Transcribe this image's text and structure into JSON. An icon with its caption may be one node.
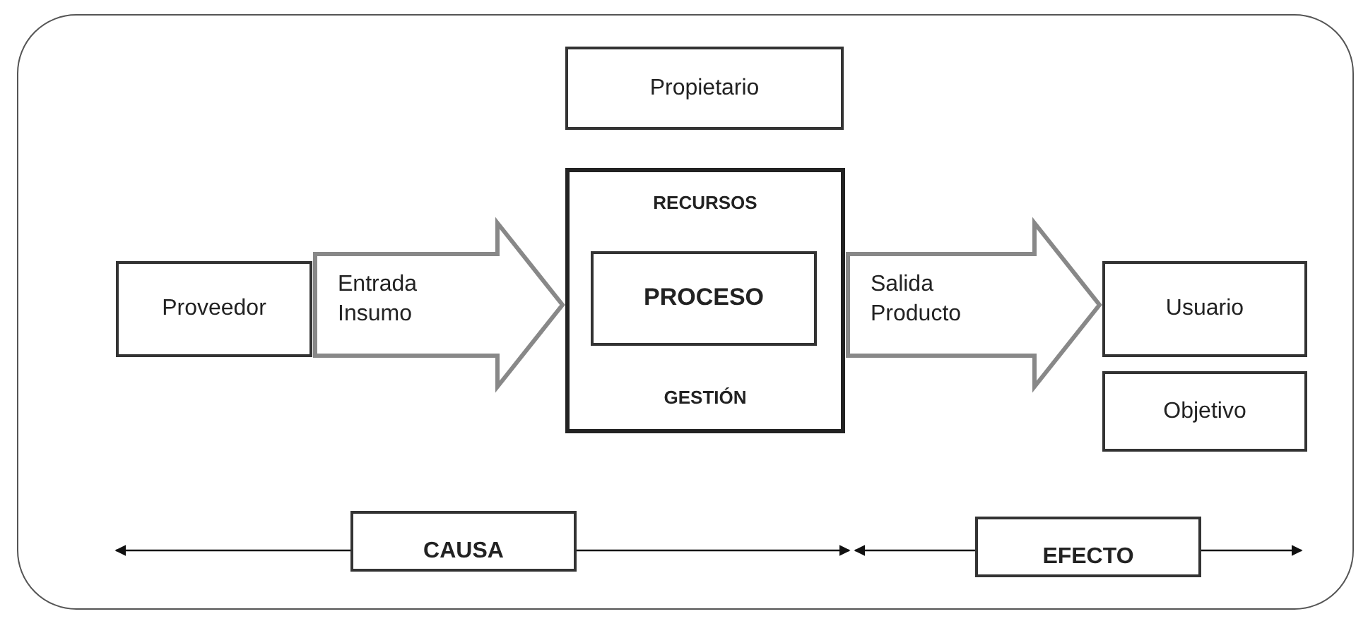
{
  "diagram": {
    "nodes": [
      {
        "text": [
          "Propietario"
        ]
      },
      {
        "text": [
          "Proveedor"
        ]
      },
      {
        "text": [
          "RECURSOS",
          "GESTIÓN"
        ]
      },
      {
        "text": [
          "PROCESO"
        ],
        "in": 2
      },
      {
        "text": [
          "Usuario"
        ]
      },
      {
        "text": [
          "Objetivo"
        ]
      },
      {
        "text": [
          "CAUSA"
        ]
      },
      {
        "text": [
          "EFECTO"
        ]
      }
    ],
    "edges": [
      {
        "from": 1,
        "to": 2,
        "arrow": "to",
        "label": "Entrada Insumo"
      },
      {
        "from": 2,
        "to": 4,
        "arrow": "to",
        "label": "Salida Producto"
      },
      {
        "from": 6,
        "to": null,
        "arrow": "to"
      },
      {
        "from": 6,
        "to": null,
        "arrow": "to"
      },
      {
        "from": 7,
        "to": null,
        "arrow": "to"
      },
      {
        "from": 7,
        "to": null,
        "arrow": "to"
      }
    ]
  }
}
